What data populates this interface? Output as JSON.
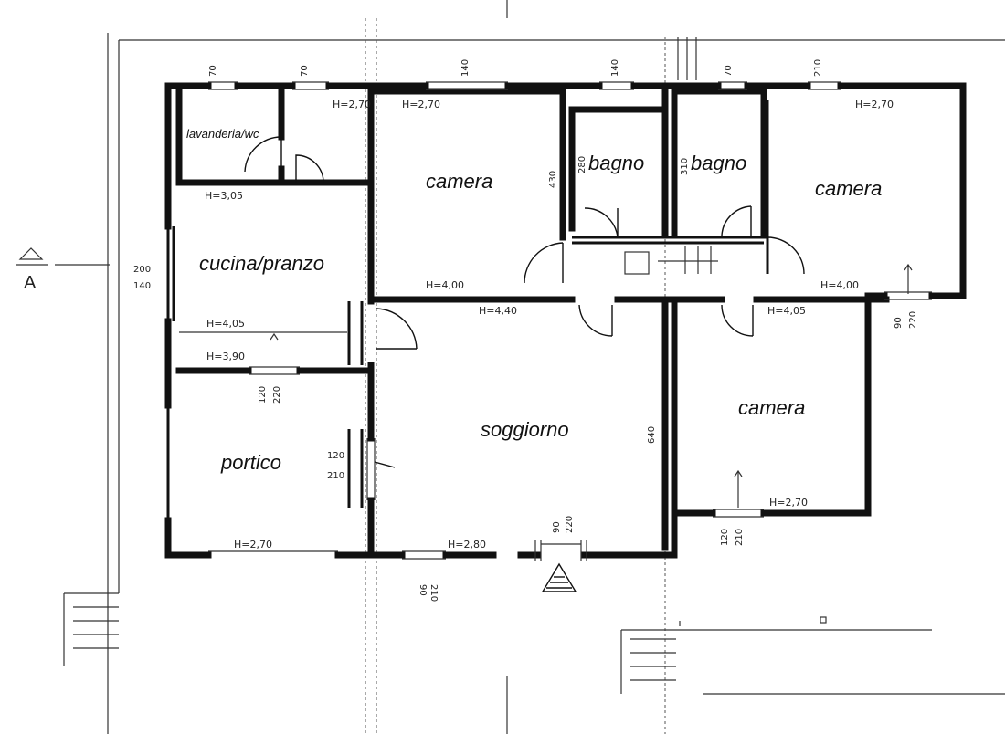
{
  "rooms": {
    "lavanderia": "lavanderia/wc",
    "camera_top_left": "camera",
    "bagno_left": "bagno",
    "bagno_right": "bagno",
    "camera_top_right": "camera",
    "cucina": "cucina/pranzo",
    "soggiorno": "soggiorno",
    "camera_bottom_right": "camera",
    "portico": "portico"
  },
  "heights": {
    "h1": "H=2,70",
    "h2": "H=2,70",
    "h3": "H=2,70",
    "h4": "H=3,05",
    "h5": "H=4,00",
    "h6": "H=4,40",
    "h7": "H=4,00",
    "h8": "H=4,05",
    "h9": "H=4,05",
    "h10": "H=3,90",
    "h11": "H=2,70",
    "h12": "H=2,70",
    "h13": "H=2,80"
  },
  "dimensions": {
    "d1": "70",
    "d2": "70",
    "d3": "140",
    "d4": "140",
    "d5": "70",
    "d6": "210",
    "d7": "430",
    "d8": "280",
    "d9": "310",
    "d10": "200",
    "d11": "140",
    "d12": "120",
    "d13": "220",
    "d14": "120",
    "d15": "210",
    "d16": "640",
    "d17": "90",
    "d18": "220",
    "d19": "90",
    "d20": "220",
    "d21": "120",
    "d22": "210",
    "d23": "90",
    "d24": "210"
  },
  "section_marker": "A"
}
